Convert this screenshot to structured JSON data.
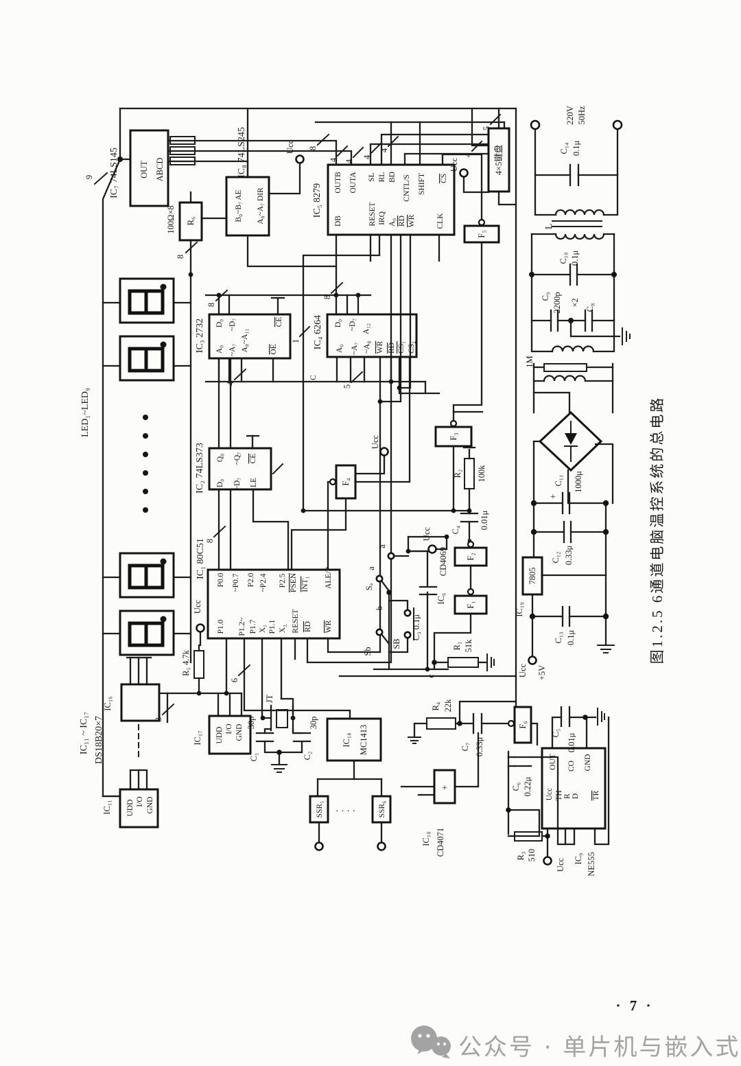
{
  "page": {
    "number": "· 7 ·",
    "watermark": "公众号 · 单片机与嵌入式学堂",
    "caption": "图1.2.5  6通道电脑温控系统的总电路"
  },
  "buses": {
    "n9": "9",
    "n8": "8",
    "n4": "4",
    "n5": "5",
    "n3": "3",
    "n6": "6",
    "n1": "1"
  },
  "ucc": "Ucc",
  "leds": {
    "label": "LED₁~LED₉"
  },
  "ic7": {
    "name": "IC₇ 74LS145",
    "out": "OUT",
    "abcd": "ABCD"
  },
  "r6": {
    "name": "R₆",
    "value": "100Ω×8"
  },
  "ic8": {
    "name": "IC₈ 74LS245",
    "rowb": "B₀~B₇ AE",
    "rowa": "A₀~A₇ DIR"
  },
  "ic5": {
    "name": "IC₅ 8279",
    "outb": "OUTB",
    "outa": "OUTA",
    "sl": "SL",
    "rl": "RL",
    "bd": "BD",
    "cntl": "CNTL/S",
    "shift": "SHIFT",
    "cs": "CS",
    "db": "DB",
    "reset": "RESET",
    "irq": "IRQ",
    "a0": "A₀",
    "rd": "RD",
    "wr": "WR",
    "clk": "CLK"
  },
  "kb": {
    "label": "4×5键盘"
  },
  "ac": {
    "v": "220V",
    "hz": "50Hz",
    "l": "L",
    "r1m": "1M"
  },
  "c14": {
    "name": "C₁₄",
    "value": "0.1μ"
  },
  "c10": {
    "name": "C₁₀",
    "value": "0.1μ"
  },
  "c9": {
    "name": "C₉",
    "value": "2200p",
    "x2": "×2"
  },
  "c8": {
    "name": "C₈"
  },
  "c11": {
    "name": "C₁₁",
    "value": "1000μ",
    "plus": "+"
  },
  "c12": {
    "name": "C₁₂",
    "value": "0.33μ"
  },
  "reg": {
    "chip": "7805",
    "name": "IC₁₉",
    "v5": "+5V"
  },
  "c13": {
    "name": "C₁₃",
    "value": "0.1μ"
  },
  "ic3": {
    "name": "IC₃ 2732",
    "d0": "D₀",
    "d7": "~D₇",
    "ce": "CE",
    "a0": "A₀",
    "a7": "~A₇",
    "a811": "A₈~A₁₁",
    "oe": "OE"
  },
  "ic4": {
    "name": "IC₄ 6264",
    "d0": "D₀",
    "d7": "~D₇",
    "a12": "A₁₂",
    "a0": "A₀",
    "a7": "~A₇",
    "a8": "~A₈",
    "wr": "WR",
    "rd": "RD",
    "cs1": "CS₁",
    "cs2": "CS₂",
    "ic": "IC"
  },
  "ic2": {
    "name": "IC₂ 74LS373",
    "q0": "Q₀",
    "q7": "~Q₇",
    "ce": "CE",
    "d0": "D₀",
    "d7": "~D₇",
    "le": "LE"
  },
  "ic1": {
    "name": "IC₁ 80C51",
    "p00": "P0.0",
    "p07": "~P0.7",
    "p20": "P2.0",
    "p24": "~P2.4",
    "p25": "P2.5",
    "psen": "PSEN",
    "int1": "INT₁",
    "ale": "ALE/P",
    "p10": "P1.0",
    "p12": "P1.2~",
    "p17": "P1.7",
    "x1": "X₁",
    "p11": "P1.1",
    "x2": "X₂",
    "reset": "RESET",
    "rd": "RD",
    "wr": "WR"
  },
  "r5": {
    "label": "R₅ 4.7k"
  },
  "f": {
    "f1": "F₁",
    "f2": "F₂",
    "f3": "F₃",
    "f4": "F₄",
    "f5": "F₅",
    "f6": "F₆"
  },
  "r2": {
    "name": "R₂",
    "value": "100k"
  },
  "c4": {
    "name": "C₄",
    "value": "0.01μ"
  },
  "cd4069": {
    "chip": "CD4069",
    "name": "IC₆"
  },
  "sw": {
    "a": "a",
    "b": "b",
    "sa": "Sₐ",
    "sb": "Sb",
    "btn": "SB",
    "c3": "C₃ 0.1μ",
    "c": "c"
  },
  "r1": {
    "name": "R₁",
    "value": "51k"
  },
  "sens": {
    "range": "IC₁₁ ~ IC₁₇",
    "chip": "DS18B20×7",
    "ic16": "IC₁₆",
    "ic11": "IC₁₁",
    "ic17": "IC₁₇",
    "udd": "UDD",
    "io": "I/O",
    "gnd": "GND"
  },
  "xtal": {
    "jt": "JT",
    "c1": "C₁",
    "c2": "C₂",
    "p30": "30p"
  },
  "ic18": {
    "name": "IC₁₈",
    "chip": "MC1413"
  },
  "ssr": {
    "s1": "SSR₁",
    "dots": "· · · ·",
    "s6": "SSR₆"
  },
  "ic10": {
    "name": "IC₁₀",
    "chip": "CD4071",
    "plus": "+"
  },
  "r4": {
    "name": "R₄",
    "value": "22k"
  },
  "c7": {
    "name": "C₇",
    "value": "0.33μ"
  },
  "c5": {
    "name": "C₅",
    "value": "0.01μ"
  },
  "c6": {
    "name": "C₆",
    "value": "0.22μ"
  },
  "ne555": {
    "name": "IC₉",
    "chip": "NE555",
    "out": "OUT",
    "co": "CO",
    "gnd": "GND",
    "ucc": "Ucc",
    "th": "TH",
    "r": "R",
    "d": "D",
    "tr": "TR"
  },
  "r3": {
    "name": "R₃",
    "value": "510"
  }
}
